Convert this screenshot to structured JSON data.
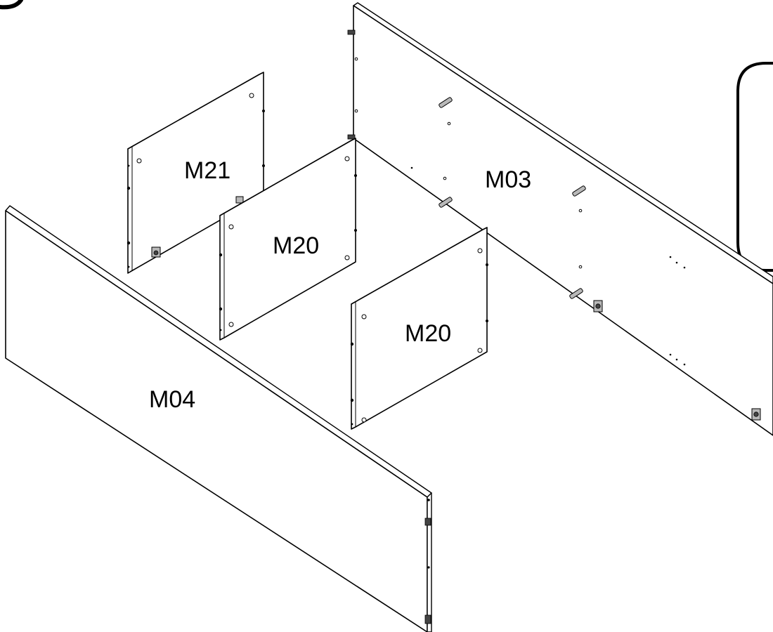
{
  "panels": {
    "m03": {
      "label": "M03"
    },
    "m04": {
      "label": "M04"
    },
    "m21": {
      "label": "M21"
    },
    "m20_front": {
      "label": "M20"
    },
    "m20_right": {
      "label": "M20"
    }
  }
}
